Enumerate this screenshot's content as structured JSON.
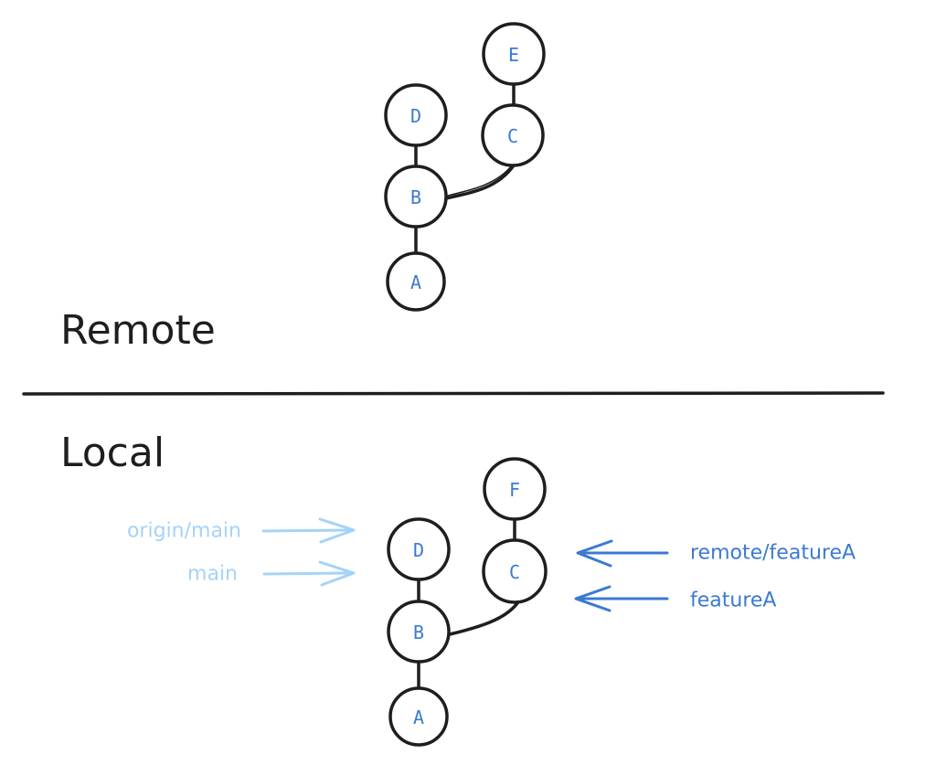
{
  "colors": {
    "stroke": "#1e1e1e",
    "node_label": "#3b7ad0",
    "branch_dark": "#3b7ad0",
    "branch_light": "#a5d3f8"
  },
  "sections": {
    "remote": {
      "title": "Remote"
    },
    "local": {
      "title": "Local"
    }
  },
  "remote_graph": {
    "nodes": [
      {
        "id": "A",
        "label": "A"
      },
      {
        "id": "B",
        "label": "B"
      },
      {
        "id": "D",
        "label": "D"
      },
      {
        "id": "C",
        "label": "C"
      },
      {
        "id": "E",
        "label": "E"
      }
    ],
    "edges": [
      [
        "A",
        "B"
      ],
      [
        "B",
        "D"
      ],
      [
        "B",
        "C"
      ],
      [
        "C",
        "E"
      ]
    ]
  },
  "local_graph": {
    "nodes": [
      {
        "id": "A",
        "label": "A"
      },
      {
        "id": "B",
        "label": "B"
      },
      {
        "id": "D",
        "label": "D"
      },
      {
        "id": "C",
        "label": "C"
      },
      {
        "id": "F",
        "label": "F"
      }
    ],
    "edges": [
      [
        "A",
        "B"
      ],
      [
        "B",
        "D"
      ],
      [
        "B",
        "C"
      ],
      [
        "C",
        "F"
      ]
    ]
  },
  "branch_pointers": [
    {
      "label": "origin/main",
      "target": "D",
      "style": "light",
      "side": "left"
    },
    {
      "label": "main",
      "target": "D",
      "style": "light",
      "side": "left"
    },
    {
      "label": "remote/featureA",
      "target": "C",
      "style": "dark",
      "side": "right"
    },
    {
      "label": "featureA",
      "target": "C",
      "style": "dark",
      "side": "right"
    }
  ]
}
